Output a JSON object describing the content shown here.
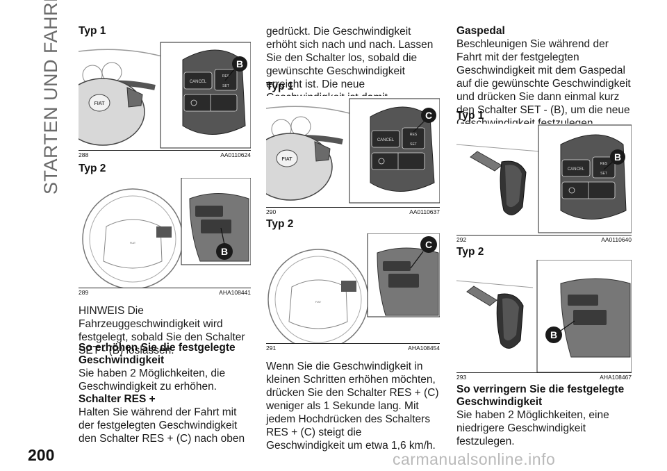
{
  "side_title": "STARTEN UND FAHREN",
  "page_number": "200",
  "watermark": "carmanualsonline.info",
  "figures": {
    "f288": {
      "heading": "Typ 1",
      "num": "288",
      "code": "AA0110624",
      "letter": "B"
    },
    "f289": {
      "heading": "Typ 2",
      "num": "289",
      "code": "AHA108441",
      "letter": "B"
    },
    "f290": {
      "heading": "Typ 1",
      "num": "290",
      "code": "AA0110637",
      "letter": "C"
    },
    "f291": {
      "heading": "Typ 2",
      "num": "291",
      "code": "AHA108454",
      "letter": "C"
    },
    "f292": {
      "heading": "Typ 1",
      "num": "292",
      "code": "AA0110640",
      "letter": "B"
    },
    "f293": {
      "heading": "Typ 2",
      "num": "293",
      "code": "AHA108467",
      "letter": "B"
    }
  },
  "labels": {
    "cancel": "CANCEL",
    "set": "SET",
    "res": "RES",
    "fiat": "FIAT"
  },
  "col1": {
    "note": "HINWEIS Die Fahrzeuggeschwindigkeit wird festgelegt, sobald Sie den Schalter SET - (B) loslassen.",
    "h_increase": "So erhöhen Sie die festgelegte Geschwindigkeit",
    "p_two_ways": "Sie haben 2 Möglichkeiten, die Geschwindigkeit zu erhöhen.",
    "h_res": "Schalter RES +",
    "p_res": "Halten Sie während der Fahrt mit der festgelegten Geschwindigkeit den Schalter RES + (C) nach oben"
  },
  "col2": {
    "p_cont": "gedrückt. Die Geschwindigkeit erhöht sich nach und nach. Lassen Sie den Schalter los, sobald die gewünschte Geschwindigkeit erreicht ist. Die neue Geschwindigkeit ist damit festgelegt.",
    "p_small_steps": "Wenn Sie die Geschwindigkeit in kleinen Schritten erhöhen möchten, drücken Sie den Schalter RES + (C) weniger als 1 Sekunde lang. Mit jedem Hochdrücken des Schalters RES + (C) steigt die Geschwindigkeit um etwa 1,6 km/h."
  },
  "col3": {
    "h_gas": "Gaspedal",
    "p_gas": "Beschleunigen Sie während der Fahrt mit der festgelegten Geschwindigkeit mit dem Gaspedal auf die gewünschte Geschwindigkeit und drücken Sie dann einmal kurz den Schalter SET - (B), um die neue Geschwindigkeit festzulegen.",
    "h_decrease": "So verringern Sie die festgelegte Geschwindigkeit",
    "p_decrease": "Sie haben 2 Möglichkeiten, eine niedrigere Geschwindigkeit festzulegen."
  }
}
